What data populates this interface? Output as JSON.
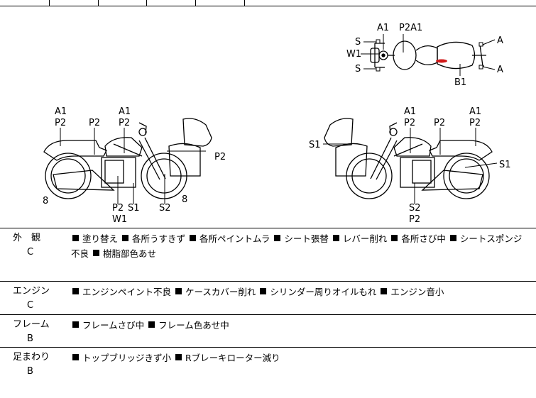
{
  "diagram": {
    "top_view": {
      "labels": [
        "A1",
        "P2A1",
        "S",
        "W1",
        "S",
        "A",
        "A",
        "B1"
      ]
    },
    "left_view": {
      "labels": [
        "A1",
        "P2",
        "P2",
        "A1",
        "P2",
        "P2",
        "8",
        "8",
        "P2",
        "S1",
        "W1",
        "S2"
      ]
    },
    "right_view": {
      "labels": [
        "A1",
        "P2",
        "P2",
        "A1",
        "P2",
        "S1",
        "S1",
        "S2",
        "P2"
      ]
    }
  },
  "sections": [
    {
      "name": "外　観",
      "grade": "C",
      "items": [
        "塗り替え",
        "各所うすきず",
        "各所ペイントムラ",
        "シート張替",
        "レバー削れ",
        "各所さび中",
        "シートスポンジ不良",
        "樹脂部色あせ"
      ]
    },
    {
      "name": "エンジン",
      "grade": "C",
      "items": [
        "エンジンペイント不良",
        "ケースカバー削れ",
        "シリンダー周りオイルもれ",
        "エンジン音小"
      ]
    },
    {
      "name": "フレーム",
      "grade": "B",
      "items": [
        "フレームさび中",
        "フレーム色あせ中"
      ]
    },
    {
      "name": "足まわり",
      "grade": "B",
      "items": [
        "トップブリッジきず小",
        "Rブレーキローター減り"
      ]
    }
  ],
  "colors": {
    "line": "#000000",
    "marker": "#d11a1a",
    "text": "#000000"
  }
}
